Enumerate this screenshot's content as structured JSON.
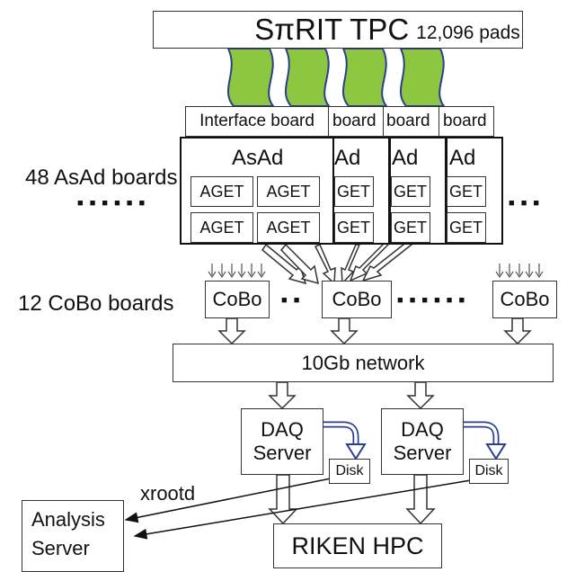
{
  "tpc": {
    "title": "SπRIT TPC",
    "pads": "12,096 pads"
  },
  "interface_board": "Interface board",
  "interface_board_short": "board",
  "asad": {
    "label": "AsAd",
    "label_clipped": "Ad",
    "count_label": "48 AsAd boards",
    "chip": "AGET",
    "chip_clipped": "GET"
  },
  "ellipsis": {
    "short": "■ ■ ■ ■ ■ ■",
    "right": "■ ■ ■",
    "two": "■ ■",
    "long": "■ ■ ■ ■ ■ ■"
  },
  "cobo": {
    "label": "CoBo",
    "count_label": "12 CoBo boards"
  },
  "network": "10Gb network",
  "daq": {
    "line1": "DAQ",
    "line2": "Server"
  },
  "disk": "Disk",
  "xrootd": "xrootd",
  "analysis": {
    "line1": "Analysis",
    "line2": "Server"
  },
  "hpc": "RIKEN HPC",
  "colors": {
    "cable": "#8dc63f",
    "cable_edge": "#2a3f8f",
    "arrow_blue": "#2a3f8f"
  }
}
